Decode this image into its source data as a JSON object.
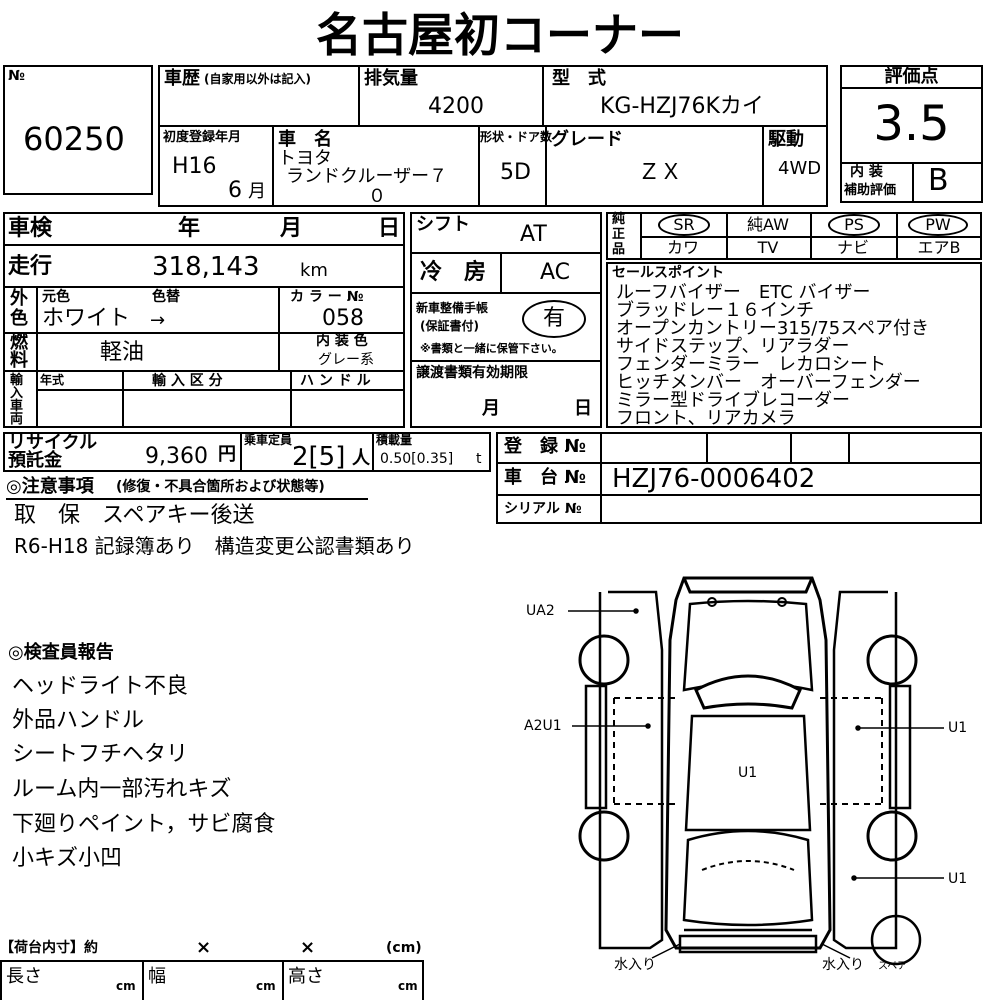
{
  "title": "名古屋初コーナー",
  "lot": {
    "label": "№",
    "number": "60250"
  },
  "history": {
    "label": "車歴",
    "note": "(自家用以外は記入)"
  },
  "displacement": {
    "label": "排気量",
    "value": "4200"
  },
  "model": {
    "label": "型　式",
    "value": "KG-HZJ76Kカイ"
  },
  "rating": {
    "label": "評価点",
    "value": "3.5",
    "interior_label_1": "内 装",
    "interior_label_2": "補助評価",
    "interior_value": "B"
  },
  "first_reg": {
    "label": "初度登録年月",
    "year": "H16",
    "month": "6",
    "month_unit": "月"
  },
  "car_name": {
    "label": "車　名",
    "maker": "トヨタ",
    "name_line1": "ランドクルーザー７",
    "name_line2": "０"
  },
  "doors": {
    "label": "形状・ドア数",
    "value": "5D"
  },
  "grade": {
    "label": "グレード",
    "value": "ＺＸ"
  },
  "drive": {
    "label": "駆動",
    "value": "4WD"
  },
  "inspection": {
    "label": "車検",
    "year": "年",
    "month": "月",
    "day": "日"
  },
  "shift": {
    "label": "シフト",
    "value": "AT"
  },
  "mileage": {
    "label": "走行",
    "value": "318,143",
    "unit": "km"
  },
  "aircon": {
    "label": "冷　房",
    "value": "AC"
  },
  "exterior": {
    "label_1": "外",
    "label_2": "色",
    "orig_label": "元色",
    "change_label": "色替",
    "orig_value": "ホワイト",
    "arrow": "→"
  },
  "color_no": {
    "label": "カ ラ ー №",
    "value": "058"
  },
  "manual": {
    "label_1": "新車整備手帳",
    "label_2": "(保証書付)",
    "value": "有",
    "note": "※書類と一緒に保管下さい。"
  },
  "fuel": {
    "label_1": "燃",
    "label_2": "料",
    "value": "軽油"
  },
  "interior_color": {
    "label": "内 装 色",
    "value": "グレー系"
  },
  "import": {
    "label_1": "輸",
    "label_2": "入",
    "label_3": "車",
    "label_4": "両",
    "year_label": "年式",
    "type_label": "輸 入 区 分",
    "handle_label": "ハ ン ド ル"
  },
  "transfer": {
    "label": "譲渡書類有効期限",
    "month": "月",
    "day": "日"
  },
  "recycle": {
    "label_1": "リサイクル",
    "label_2": "預託金",
    "value": "9,360",
    "unit": "円"
  },
  "capacity": {
    "label": "乗車定員",
    "value": "2[5]",
    "unit": "人"
  },
  "load": {
    "label": "積載量",
    "value": "0.50[0.35]",
    "unit": "t"
  },
  "equipment": {
    "label_1": "純",
    "label_2": "正",
    "label_3": "品",
    "top": [
      "SR",
      "純AW",
      "PS",
      "PW"
    ],
    "bottom": [
      "カワ",
      "TV",
      "ナビ",
      "エアB"
    ]
  },
  "sales_points": {
    "label": "セールスポイント",
    "lines": [
      "ルーフバイザー　ETC バイザー",
      "ブラッドレー１６インチ",
      "オープンカントリー315/75スペア付き",
      "サイドステップ、リアラダー",
      "フェンダーミラー　レカロシート",
      "ヒッチメンバー　オーバーフェンダー",
      "ミラー型ドライブレコーダー",
      "フロント、リアカメラ"
    ]
  },
  "registration": {
    "label": "登　録 №",
    "value": ""
  },
  "chassis": {
    "label": "車　台 №",
    "value": "HZJ76-0006402"
  },
  "serial": {
    "label": "シリアル №",
    "value": ""
  },
  "notes": {
    "label": "◎注意事項",
    "sub": "(修復・不具合箇所および状態等)",
    "lines": [
      "取　保　スペアキー後送",
      "R6-H18 記録簿あり　構造変更公認書類あり"
    ]
  },
  "inspector": {
    "label": "◎検査員報告",
    "lines": [
      "ヘッドライト不良",
      "外品ハンドル",
      "シートフチヘタリ",
      "ルーム内一部汚れキズ",
      "下廻りペイント，サビ腐食",
      "小キズ小凹"
    ]
  },
  "diagram": {
    "labels": [
      "UA2",
      "A2U1",
      "U1",
      "U1",
      "U1"
    ],
    "water_front": "水入り",
    "water_spare": "水入り",
    "spare_label": "スペア"
  },
  "cargo": {
    "label": "【荷台内寸】約",
    "x1": "×",
    "x2": "×",
    "unit": "(cm)",
    "length_label": "長さ",
    "width_label": "幅",
    "height_label": "高さ",
    "cm": "cm"
  }
}
